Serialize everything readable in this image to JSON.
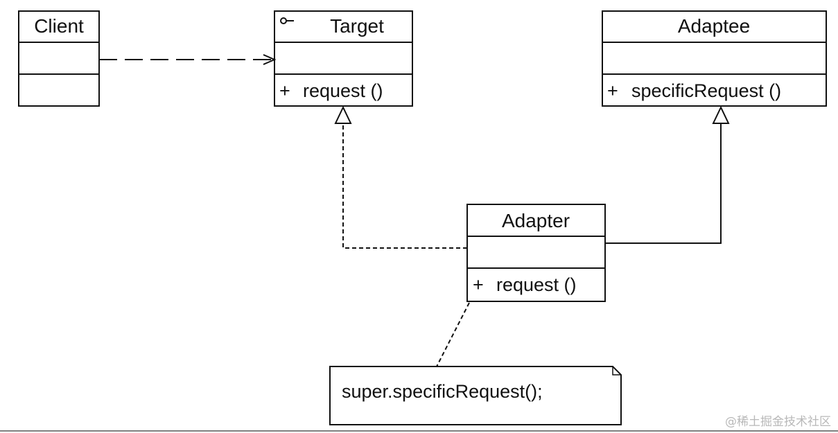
{
  "classes": {
    "client": {
      "name": "Client",
      "operation": ""
    },
    "target": {
      "name": "Target",
      "marker": "⚬",
      "operation": "request ()",
      "visibility": "+"
    },
    "adaptee": {
      "name": "Adaptee",
      "operation": "specificRequest ()",
      "visibility": "+"
    },
    "adapter": {
      "name": "Adapter",
      "operation": "request ()",
      "visibility": "+"
    }
  },
  "note": {
    "text": "super.specificRequest();"
  },
  "relationships": [
    {
      "from": "Client",
      "to": "Target",
      "kind": "dependency"
    },
    {
      "from": "Adapter",
      "to": "Target",
      "kind": "realization"
    },
    {
      "from": "Adapter",
      "to": "Adaptee",
      "kind": "generalization"
    },
    {
      "from": "Adapter",
      "to": "note",
      "kind": "note-anchor"
    }
  ],
  "watermark": "@稀土掘金技术社区"
}
